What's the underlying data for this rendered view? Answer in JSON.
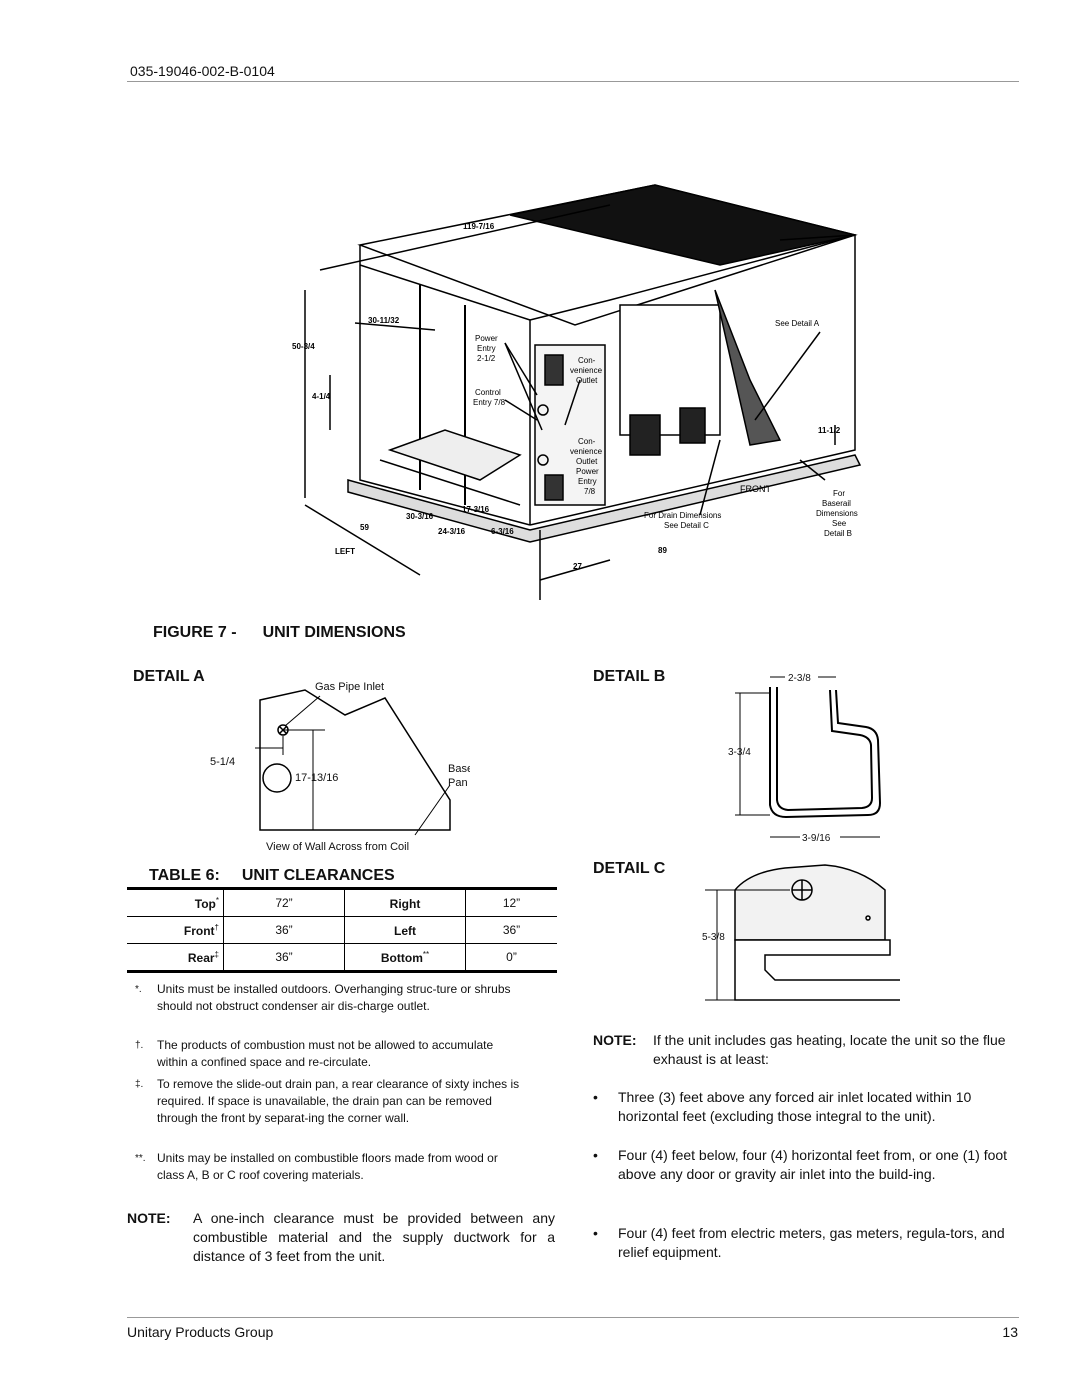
{
  "header": {
    "doc_number": "035-19046-002-B-0104"
  },
  "figure": {
    "number": "FIGURE 7 -",
    "title": "UNIT DIMENSIONS",
    "labels": {
      "d119": "119-7/16",
      "d3011": "30-11/32",
      "d503": "50-3/4",
      "d41": "4-1/4",
      "power1": "Power",
      "power2": "Entry",
      "power3": "2-1/2",
      "control1": "Control",
      "control2": "Entry 7/8",
      "conv1a": "Con-",
      "conv1b": "venience",
      "conv1c": "Outlet",
      "conv2a": "Con-",
      "conv2b": "venience",
      "conv2c": "Outlet",
      "conv2d": "Power",
      "conv2e": "Entry",
      "conv2f": "7/8",
      "see_a": "See Detail A",
      "d112": "11-1/2",
      "front": "FRONT",
      "base1": "For",
      "base2": "Baserail",
      "base3": "Dimensions",
      "base4": "See",
      "base5": "Detail B",
      "drain1": "For Drain Dimensions",
      "drain2": "See Detail C",
      "d1731": "17-3/16",
      "d303": "30-3/16",
      "d59": "59",
      "d243": "24-3/16",
      "d63": "6-3/16",
      "left": "LEFT",
      "d89": "89",
      "d27": "27"
    }
  },
  "detail_a": {
    "title": "DETAIL A",
    "gas_pipe": "Gas Pipe Inlet",
    "d51": "5-1/4",
    "d1713": "17-13/16",
    "base": "Base",
    "pan": "Pan",
    "caption": "View of Wall Across from Coil"
  },
  "detail_b": {
    "title": "DETAIL B",
    "d23": "2-3/8",
    "d33": "3-3/4",
    "d39": "3-9/16"
  },
  "detail_c": {
    "title": "DETAIL C",
    "d53": "5-3/8"
  },
  "table": {
    "number": "TABLE 6:",
    "title": "UNIT CLEARANCES",
    "rows": [
      {
        "k1": "Top",
        "m1": "*",
        "v1": "72”",
        "k2": "Right",
        "m2": "",
        "v2": "12”"
      },
      {
        "k1": "Front",
        "m1": "†",
        "v1": "36”",
        "k2": "Left",
        "m2": "",
        "v2": "36”"
      },
      {
        "k1": "Rear",
        "m1": "‡",
        "v1": "36”",
        "k2": "Bottom",
        "m2": "**",
        "v2": "0”"
      }
    ]
  },
  "footnotes": [
    {
      "mark": "*.",
      "text": "Units must be installed outdoors. Overhanging struc-ture or shrubs should not obstruct condenser air dis-charge outlet."
    },
    {
      "mark": "†.",
      "text": "The products of combustion must not be allowed to accumulate within a confined space and re-circulate."
    },
    {
      "mark": "‡.",
      "text": "To remove the slide-out drain pan, a rear clearance of sixty inches is required. If space is unavailable, the drain pan can be removed through the front by separat-ing the corner wall."
    },
    {
      "mark": "**.",
      "text": "Units may be installed on combustible floors made from wood or class A, B or C roof covering materials."
    }
  ],
  "note_left": {
    "label": "NOTE:",
    "text": "A one-inch clearance must be provided between any combustible material and the supply ductwork for a distance of 3 feet from the unit."
  },
  "note_right": {
    "label": "NOTE:",
    "text": "If the unit includes gas heating, locate the unit so the flue exhaust is at least:"
  },
  "bullets": [
    {
      "dot": "•",
      "text": "Three (3) feet above any forced air inlet located within 10 horizontal feet (excluding those integral to the unit)."
    },
    {
      "dot": "•",
      "text": "Four (4) feet below, four (4) horizontal feet from, or one (1) foot above any door or gravity air inlet into the build-ing."
    },
    {
      "dot": "•",
      "text": "Four (4) feet from electric meters, gas meters, regula-tors, and relief equipment."
    }
  ],
  "footer": {
    "company": "Unitary Products Group",
    "page": "13"
  }
}
